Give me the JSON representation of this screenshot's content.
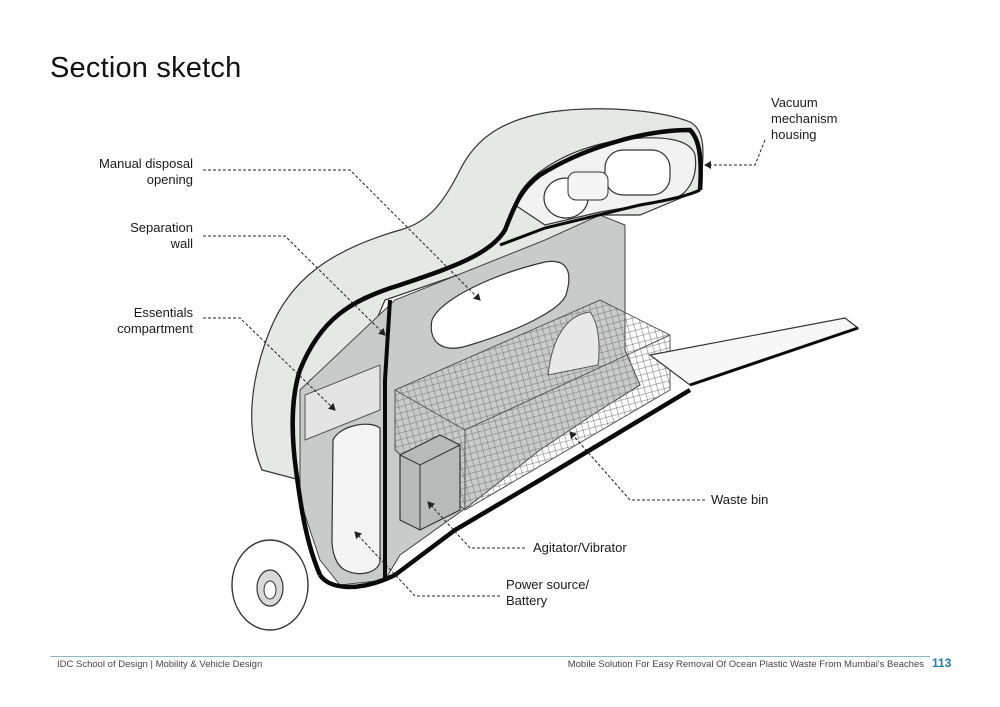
{
  "title": "Section sketch",
  "labels": {
    "vacuum": [
      "Vacuum",
      "mechanism",
      "housing"
    ],
    "manual": [
      "Manual disposal",
      "opening"
    ],
    "separation": [
      "Separation",
      "wall"
    ],
    "essentials": [
      "Essentials",
      "compartment"
    ],
    "waste": [
      "Waste bin"
    ],
    "agitator": [
      "Agitator/Vibrator"
    ],
    "power": [
      "Power source/",
      "Battery"
    ]
  },
  "footer": {
    "left": "IDC School of Design | Mobility & Vehicle Design",
    "right": "Mobile Solution For Easy Removal Of Ocean Plastic Waste From Mumbai's Beaches",
    "page": "113"
  }
}
